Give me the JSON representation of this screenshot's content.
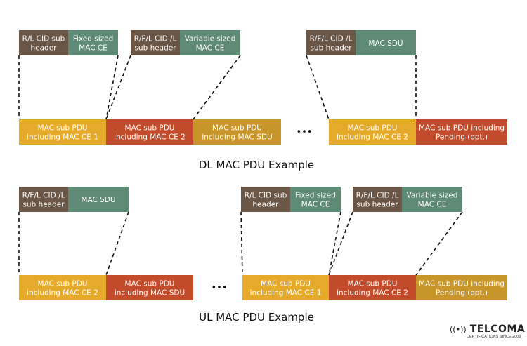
{
  "colors": {
    "header": "#6b5544",
    "ce": "#5e8a76",
    "pdu_yellow": "#e6aa2a",
    "pdu_red": "#c24b2b",
    "pdu_gold": "#c8952a"
  },
  "dl": {
    "title": "DL MAC PDU Example",
    "top": [
      {
        "left": [
          "R/L CID sub",
          "header"
        ],
        "right": [
          "Fixed sized",
          "MAC CE"
        ]
      },
      {
        "left": [
          "R/F/L CID /L",
          "sub header"
        ],
        "right": [
          "Variable sized",
          "MAC CE"
        ]
      },
      {
        "left": [
          "R/F/L CID /L",
          "sub header"
        ],
        "right": [
          "MAC SDU"
        ]
      }
    ],
    "bottom": [
      [
        "MAC sub PDU",
        "including MAC CE 1"
      ],
      [
        "MAC sub PDU",
        "including MAC CE 2"
      ],
      [
        "MAC sub PDU",
        "including MAC SDU"
      ],
      [
        "MAC sub PDU",
        "including MAC CE 2"
      ],
      [
        "MAC sub PDU including",
        "Pending (opt.)"
      ]
    ],
    "ellipsis": "•••"
  },
  "ul": {
    "title": "UL MAC PDU Example",
    "top": [
      {
        "left": [
          "R/F/L CID /L",
          "sub header"
        ],
        "right": [
          "MAC SDU"
        ]
      },
      {
        "left": [
          "R/L CID sub",
          "header"
        ],
        "right": [
          "Fixed sized",
          "MAC CE"
        ]
      },
      {
        "left": [
          "R/F/L CID /L",
          "sub header"
        ],
        "right": [
          "Variable sized",
          "MAC CE"
        ]
      }
    ],
    "bottom": [
      [
        "MAC sub PDU",
        "including MAC CE 2"
      ],
      [
        "MAC sub PDU",
        "including MAC SDU"
      ],
      [
        "MAC sub PDU",
        "including MAC CE 1"
      ],
      [
        "MAC sub PDU",
        "including MAC CE 2"
      ],
      [
        "MAC sub PDU including",
        "Pending (opt.)"
      ]
    ],
    "ellipsis": "•••"
  },
  "logo": {
    "name": "TELCOMA",
    "tagline": "CERTIFICATIONS SINCE 2009",
    "icon": "signal-waves-icon"
  }
}
